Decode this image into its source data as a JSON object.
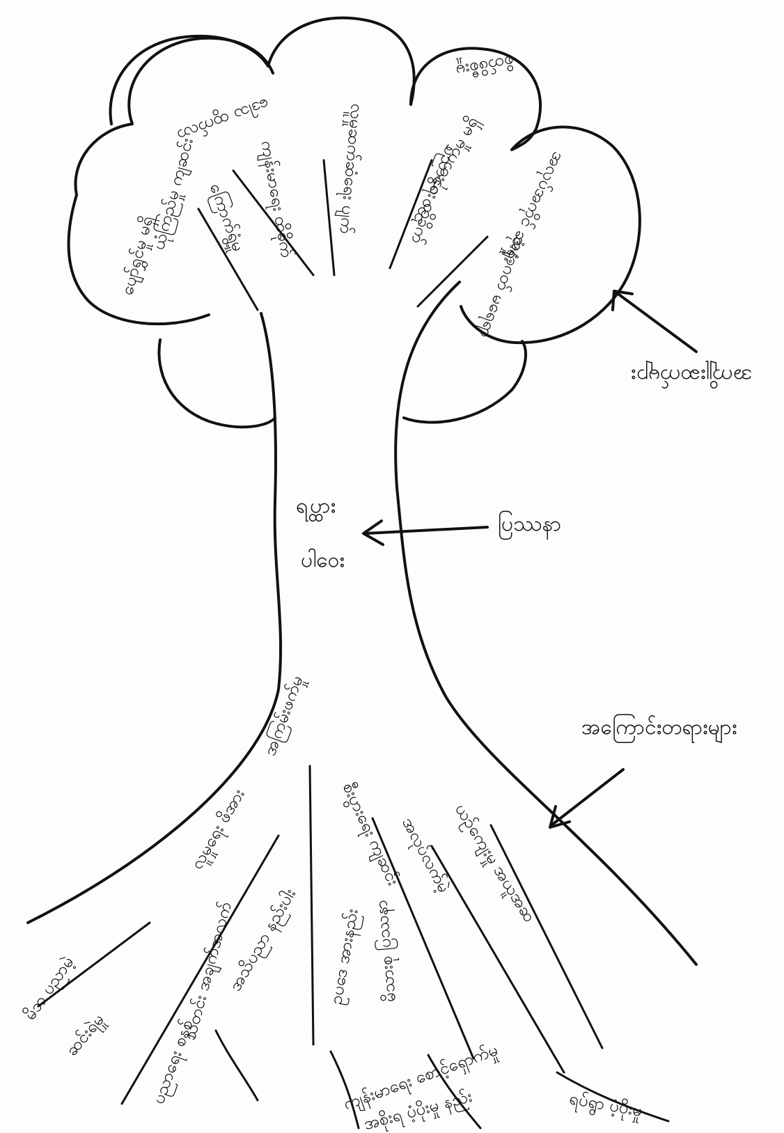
{
  "colors": {
    "ink": "#111111",
    "paper": "#fdfdfd"
  },
  "labels": {
    "trunk_line1": "ရပ္ထား",
    "trunk_line2": "ပါဝေး",
    "trunk_pointer": "ပြဿနာ",
    "leaves_pointer": "အကျိုးဆက်များ",
    "roots_pointer": "အကြောင်းတရားများ"
  },
  "leaves": [
    "ပျော်ရွှင်မှု မရှိ",
    "ဒေါသ ထွက်လာ",
    "စိတ်ဖိစီးမှု",
    "ကြောက်ရွံ့မှု",
    "ကျန်းမာရေး ထိခိုက်",
    "လူမှုဆက်ဆံရေး ပျက်",
    "ပညာရေး ထိခိုက်",
    "အလုပ်အကိုင် ဆုံးရှုံး",
    "ဘဝ တိုးတက်မှု မရှိ",
    "ယုံကြည်မှု ကျဆင်း",
    "အနာဂတ် မရေရာ"
  ],
  "roots": [
    "မိဘ ပညာမဲ့",
    "ဆင်းရဲမှု",
    "လူမှုရေး ဖိအား",
    "အသိပညာ နည်းပါး",
    "ဥပဒေ အားနည်း",
    "မိသားစု ပြဿနာ",
    "စီးပွားရေး ကျဆင်း",
    "အလုပ်လက်မဲ့",
    "ယဉ်ကျေးမှု အယူအဆ",
    "ပညာရေး စနစ်",
    "ကျန်းမာရေး စောင့်ရှောက်မှု",
    "အစိုးရ ပံ့ပိုးမှု နည်း",
    "ရပ်ရွာ ပံ့ပိုးမှု",
    "သတင်း အချက်အလက်",
    "အကြမ်းဖက်မှု"
  ]
}
